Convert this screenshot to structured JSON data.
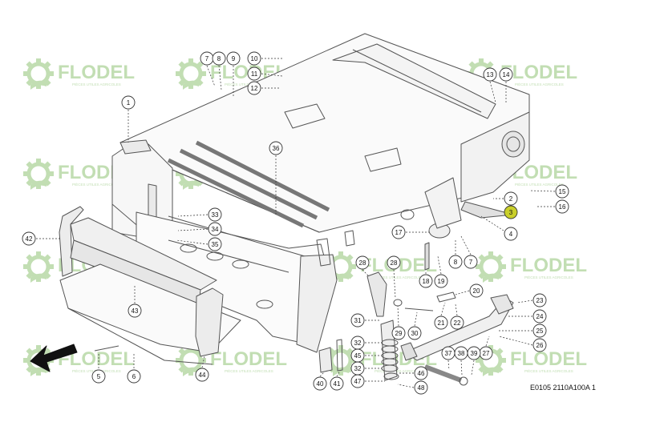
{
  "watermark": {
    "brand": "FLODEL",
    "tagline": "PIÈCES UTILES AGRICOLES",
    "color": "#b7d9a6"
  },
  "drawing_code": "E0105 2110A100A 1",
  "parts": [
    "1",
    "2",
    "3",
    "4",
    "5",
    "6",
    "7",
    "8",
    "9",
    "10",
    "11",
    "12",
    "13",
    "14",
    "15",
    "16",
    "17",
    "18",
    "19",
    "20",
    "21",
    "22",
    "23",
    "24",
    "25",
    "26",
    "27",
    "28",
    "29",
    "30",
    "31",
    "32",
    "33",
    "34",
    "35",
    "36",
    "37",
    "38",
    "39",
    "40",
    "41",
    "42",
    "43",
    "44",
    "45",
    "46",
    "47",
    "48"
  ],
  "highlighted_part": "3",
  "highlight_color": "#c9cf2a",
  "line_color": "#555555",
  "icons": [
    "front-direction-arrow-icon",
    "flodel-gear-logo-icon"
  ]
}
